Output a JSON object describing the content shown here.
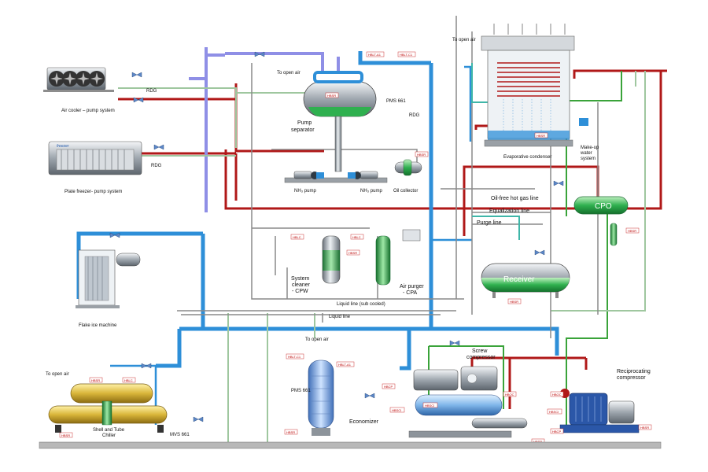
{
  "labels": {
    "air_cooler": "Air cooler – pump system",
    "plate_freezer": "Plate freezer- pump system",
    "pump_separator_1": "Pump",
    "pump_separator_2": "separator",
    "to_open_air_top": "To open air",
    "to_open_air_right": "To open air",
    "to_open_air_left": "To open air",
    "to_open_air_small": "To open air",
    "nh3_pump_1": "NH₃ pump",
    "nh3_pump_2": "NH₃ pump",
    "oil_collector": "Oil collector",
    "evaporative_condenser": "Evaporative condenser",
    "makeup_water_1": "Make-up",
    "makeup_water_2": "water",
    "makeup_water_3": "system",
    "oil_free_hot_gas": "Oil-free hot gas line",
    "equalization_line": "Equalization line",
    "purge_line": "Purge line",
    "cpo": "CPO",
    "receiver": "Receiver",
    "system_cleaner_1": "System",
    "system_cleaner_2": "cleaner",
    "system_cleaner_3": "- CPW",
    "air_purger_1": "Air purger",
    "air_purger_2": "- CPA",
    "liquid_line_subcooled": "Liquid line (sub cooled)",
    "liquid_line": "Liquid line",
    "flake_ice": "Flake ice machine",
    "economizer": "Economizer",
    "screw_compressor_1": "Screw",
    "screw_compressor_2": "compressor",
    "reciprocating_1": "Reciprocating",
    "reciprocating_2": "compressor",
    "shell_tube_1": "Shell and Tube",
    "shell_tube_2": "Chiller",
    "rdg_1": "RDG",
    "rdg_2": "RDG",
    "rdg_3": "RDG",
    "pms_1": "PMS 661",
    "pms_2": "PMS 661",
    "mvs_1": "MVS 661",
    "freezer_brand": "freezer"
  },
  "tags": {
    "hblt_a1_top": "HBLT-A1",
    "hblt_c1_top": "HBLT-C1",
    "hbsr_separator": "HBSR",
    "hbsr_oil": "HBSR",
    "hbsr_condenser": "HBSR",
    "hblc_cpw": "HBLC",
    "hbsr_cpw": "HBSR",
    "hblc_cpa": "HBLC",
    "hbsr_receiver": "HBSR",
    "hbsr_cpo": "HBSR",
    "hblt_c1_econ": "HBLT-C1",
    "hblt_a1_econ": "HBLT-A1",
    "hbsr_econ": "HBSR",
    "hbcp_screw": "HBCP",
    "hbsci_1": "HBSCI",
    "hbsci_2": "HBSCI",
    "hboc_screw": "HBOC",
    "hbsr_screw": "HBSR",
    "hbsr_chiller": "HBSR",
    "hblc_chiller": "HBLC",
    "hbsr_chiller2": "HBSR",
    "hboc_recip": "HBOC",
    "hbsci_recip": "HBSCI",
    "hbcp_recip": "HBCP",
    "hbsr_recip": "HBSR"
  },
  "colors": {
    "hot_gas": "#b01818",
    "liquid": "#2e8fd8",
    "suction": "#8f8fe6",
    "vessel_green": "#2fa84f",
    "chiller_yellow": "#d9b63a",
    "oil": "#3aa33a"
  }
}
